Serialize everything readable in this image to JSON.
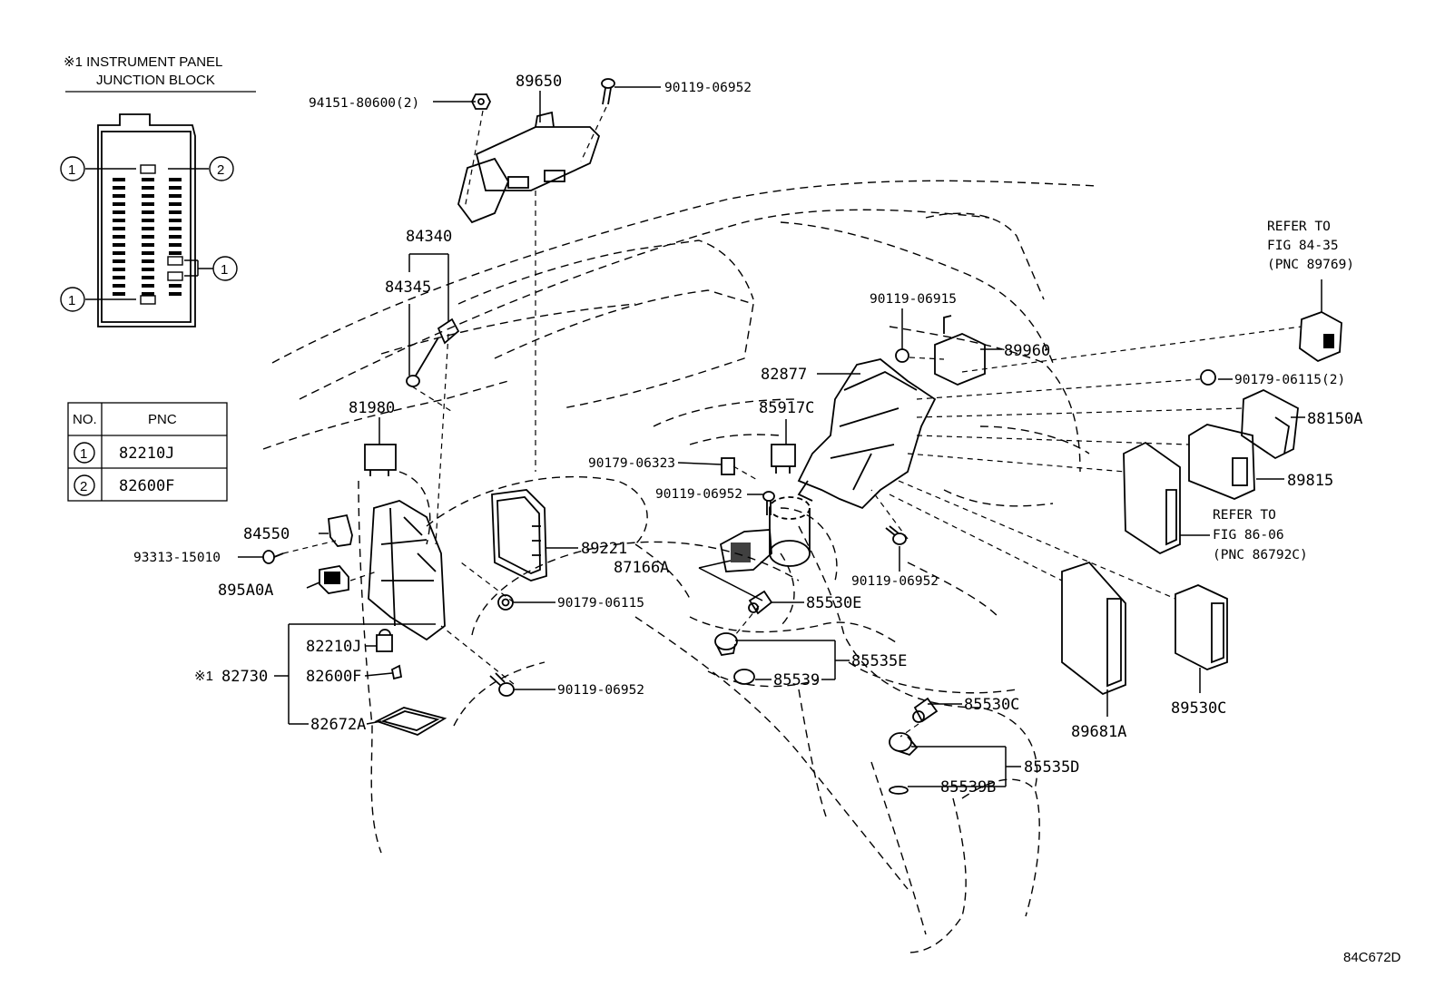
{
  "junction_block": {
    "title_line1": "※1 INSTRUMENT PANEL",
    "title_line2": "JUNCTION BLOCK",
    "callouts": [
      "1",
      "2",
      "1",
      "1"
    ]
  },
  "pnc_table": {
    "header_no": "NO.",
    "header_pnc": "PNC",
    "rows": [
      {
        "no": "1",
        "pnc": "82210J"
      },
      {
        "no": "2",
        "pnc": "82600F"
      }
    ]
  },
  "labels": {
    "p89650": "89650",
    "p94151": "94151-80600(2)",
    "p90119_top": "90119-06952",
    "p84340": "84340",
    "p84345": "84345",
    "p81980": "81980",
    "p84550": "84550",
    "p93313": "93313-15010",
    "p895A0A": "895A0A",
    "p89221": "89221",
    "p90179_06115": "90179-06115",
    "p82210J": "82210J",
    "p82730": "82730",
    "p82730_mark": "※1",
    "p82600F": "82600F",
    "p82672A": "82672A",
    "p90119_bottom": "90119-06952",
    "p90179_06323": "90179-06323",
    "p90119_mid": "90119-06952",
    "p87166A": "87166A",
    "p85917C": "85917C",
    "p82877": "82877",
    "p90119_06915": "90119-06915",
    "p89960": "89960",
    "p85530E": "85530E",
    "p85535E": "85535E",
    "p85539": "85539",
    "p90119_right": "90119-06952",
    "p85530C": "85530C",
    "p85535D": "85535D",
    "p85539B": "85539B",
    "p89681A": "89681A",
    "p89530C": "89530C",
    "p89815": "89815",
    "p88150A": "88150A",
    "p90179_06115_2": "90179-06115(2)",
    "refer1_l1": "REFER TO",
    "refer1_l2": "FIG 84-35",
    "refer1_l3": "(PNC 89769)",
    "refer2_l1": "REFER TO",
    "refer2_l2": "FIG 86-06",
    "refer2_l3": "(PNC 86792C)",
    "figure_id": "84C672D"
  }
}
